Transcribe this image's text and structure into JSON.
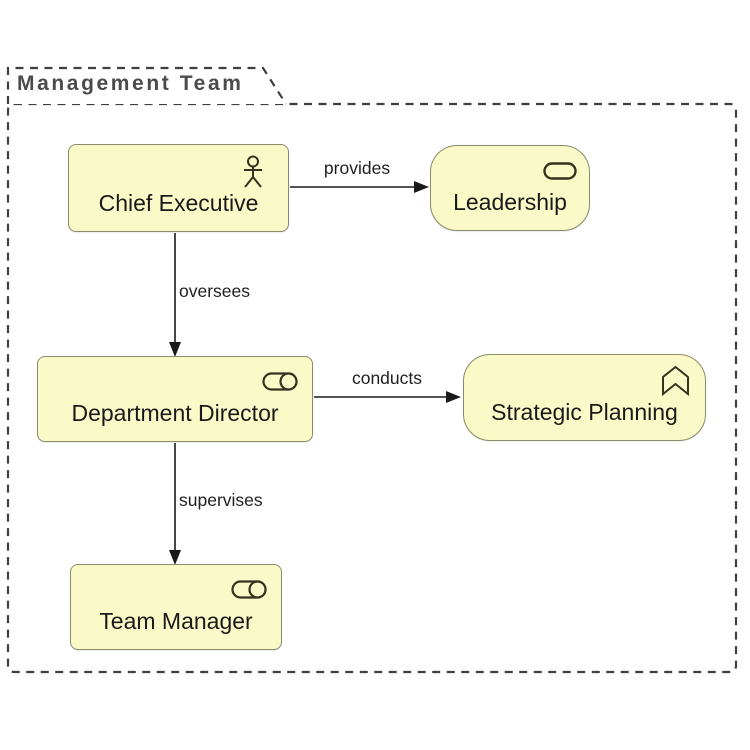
{
  "diagram": {
    "group": {
      "title": "Management Team"
    },
    "nodes": [
      {
        "id": "chief-executive",
        "label": "Chief Executive",
        "icon": "actor-icon",
        "shape": "rect"
      },
      {
        "id": "leadership",
        "label": "Leadership",
        "icon": "rounded-pill-icon",
        "shape": "rounded"
      },
      {
        "id": "department-director",
        "label": "Department Director",
        "icon": "role-icon",
        "shape": "rect"
      },
      {
        "id": "strategic-planning",
        "label": "Strategic Planning",
        "icon": "chevron-icon",
        "shape": "rounded"
      },
      {
        "id": "team-manager",
        "label": "Team Manager",
        "icon": "role-icon",
        "shape": "rect"
      }
    ],
    "edges": [
      {
        "from": "Chief Executive",
        "to": "Leadership",
        "label": "provides"
      },
      {
        "from": "Chief Executive",
        "to": "Department Director",
        "label": "oversees"
      },
      {
        "from": "Department Director",
        "to": "Strategic Planning",
        "label": "conducts"
      },
      {
        "from": "Department Director",
        "to": "Team Manager",
        "label": "supervises"
      }
    ],
    "colors": {
      "node_fill": "#FAFAC8",
      "node_border": "#8B8B67",
      "frame_dash": "#3F3F3F",
      "edge_line": "#1A1A1A",
      "title_text": "#4B4B4B",
      "icon_stroke": "#33331F"
    }
  }
}
